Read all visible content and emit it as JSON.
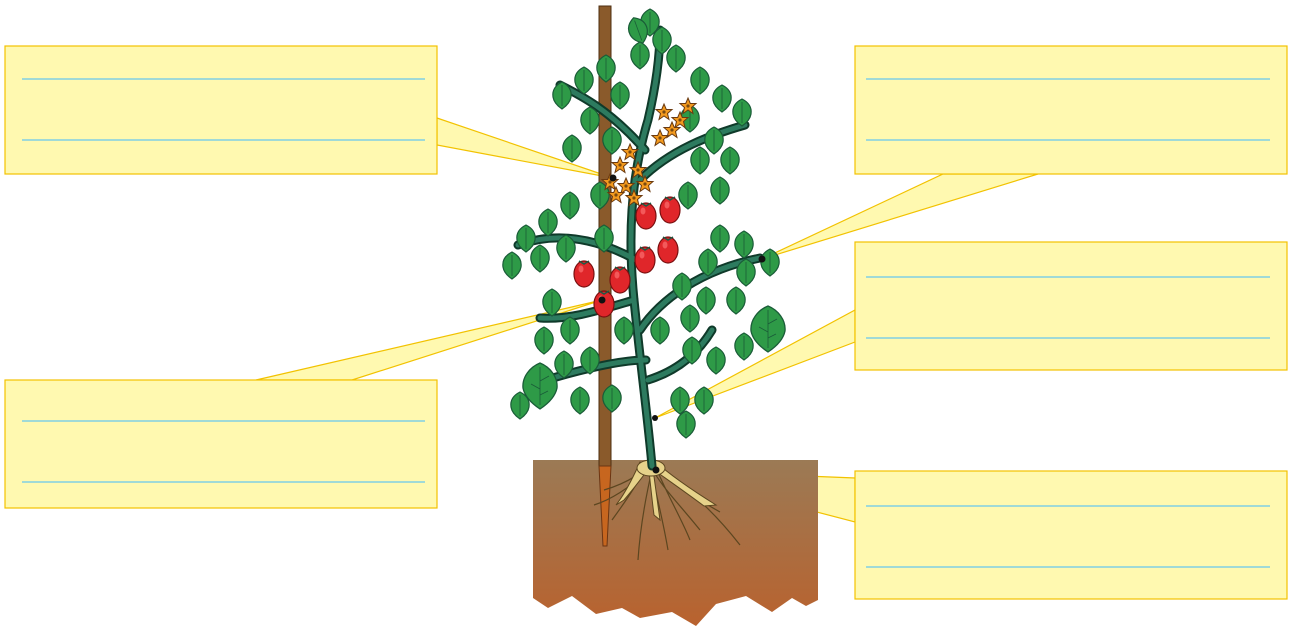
{
  "diagram": {
    "subject": "tomato-plant",
    "colors": {
      "callout_fill": "#fff9b0",
      "callout_border": "#f2c200",
      "writing_line": "#67c8ee",
      "leaf": "#2e9a47",
      "leaf_dark": "#1a5c38",
      "stem": "#1f5a45",
      "fruit": "#e0262a",
      "flower": "#f39a1e",
      "root": "#e6d28a",
      "soil_top": "#9b7a55",
      "soil_bottom": "#b9622e",
      "stake": "#8a5a2b"
    },
    "callouts": [
      {
        "id": "flower",
        "answer_lines": [
          "",
          ""
        ]
      },
      {
        "id": "leaf",
        "answer_lines": [
          "",
          ""
        ]
      },
      {
        "id": "stem",
        "answer_lines": [
          "",
          ""
        ]
      },
      {
        "id": "fruit",
        "answer_lines": [
          "",
          ""
        ]
      },
      {
        "id": "root",
        "answer_lines": [
          "",
          ""
        ]
      }
    ]
  }
}
